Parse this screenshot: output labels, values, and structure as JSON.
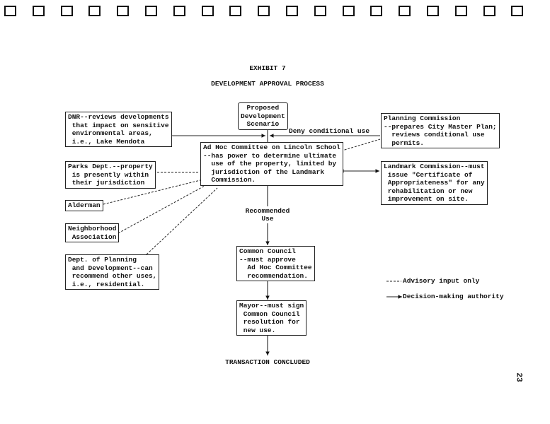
{
  "title": "EXHIBIT 7",
  "subtitle": "DEVELOPMENT APPROVAL PROCESS",
  "nodes": {
    "proposed": [
      "Proposed",
      "Development",
      "Scenario"
    ],
    "dnr": [
      "DNR--reviews developments",
      " that impact on sensitive",
      " environmental areas,",
      " i.e., Lake Mendota"
    ],
    "adhoc": [
      "Ad Hoc Committee on Lincoln School",
      "--has power to determine ultimate",
      "  use of the property, limited by",
      "  jurisdiction of the Landmark",
      "  Commission."
    ],
    "planning": [
      "Planning Commission",
      "--prepares City Master Plan;",
      "  reviews conditional use",
      "  permits."
    ],
    "landmark": [
      "Landmark Commission--must",
      " issue \"Certificate of",
      " Appropriateness\" for any",
      " rehabilitation or new",
      " improvement on site."
    ],
    "parks": [
      "Parks Dept.--property",
      " is presently within",
      " their jurisdiction"
    ],
    "alderman": [
      "Alderman"
    ],
    "neighborhood": [
      "Neighborhood",
      " Association"
    ],
    "dept_planning": [
      "Dept. of Planning",
      " and Development--can",
      " recommend other uses,",
      " i.e., residential."
    ],
    "council": [
      "Common Council",
      "--must approve",
      "  Ad Hoc Committee",
      "  recommendation."
    ],
    "mayor": [
      "Mayor--must sign",
      " Common Council",
      " resolution for",
      " new use."
    ]
  },
  "edge_labels": {
    "deny": "Deny conditional use",
    "recommended": [
      "Recommended",
      "Use"
    ]
  },
  "end_label": "TRANSACTION CONCLUDED",
  "legend": {
    "advisory": "Advisory input only",
    "decision": "Decision-making authority"
  },
  "page_number": "23"
}
